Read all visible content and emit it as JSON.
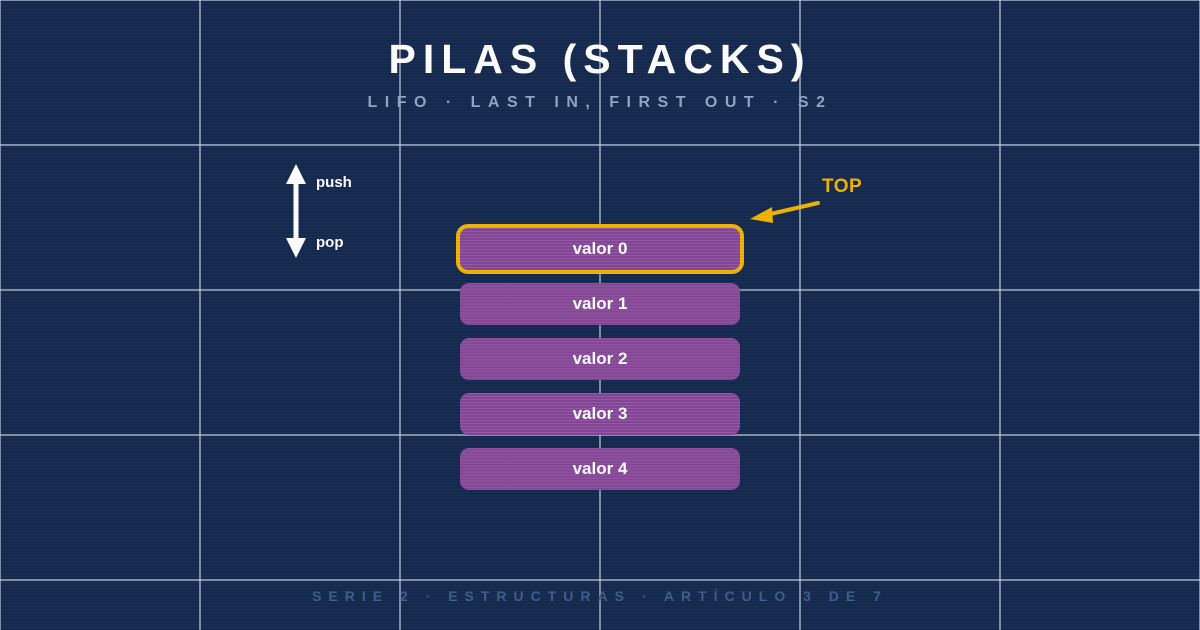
{
  "theme": {
    "background": "#15294f",
    "grid_line": "#c8daf0",
    "accent_gold": "#f0b400",
    "box_purple": "#8b4a9e",
    "text_white": "#ffffff",
    "subtitle_blue": "#8ea7c6",
    "footer_blue": "#3e5d8c"
  },
  "header": {
    "title": "PILAS (STACKS)",
    "subtitle": "LIFO · LAST IN, FIRST OUT · S2"
  },
  "operations": {
    "push_label": "push",
    "pop_label": "pop"
  },
  "stack": {
    "top_marker_label": "TOP",
    "items": [
      {
        "label": "valor 0",
        "is_top": true
      },
      {
        "label": "valor 1",
        "is_top": false
      },
      {
        "label": "valor 2",
        "is_top": false
      },
      {
        "label": "valor 3",
        "is_top": false
      },
      {
        "label": "valor 4",
        "is_top": false
      }
    ]
  },
  "footer": {
    "text": "SERIE 2 · ESTRUCTURAS · ARTÍCULO 3 DE 7"
  }
}
